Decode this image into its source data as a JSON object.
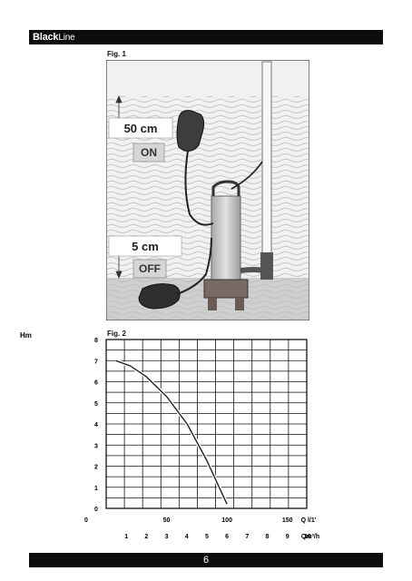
{
  "header": {
    "brand_main": "Black",
    "brand_sub": "Line"
  },
  "fig1": {
    "caption": "Fig. 1",
    "on_height": "50 cm",
    "on_label": "ON",
    "off_height": "5 cm",
    "off_label": "OFF"
  },
  "fig2": {
    "caption": "Fig. 2"
  },
  "chart_data": {
    "type": "line",
    "ylabel": "Hm",
    "ylim": [
      0,
      8
    ],
    "y_ticks": [
      "0",
      "1",
      "2",
      "3",
      "4",
      "5",
      "6",
      "7",
      "8"
    ],
    "xlim": [
      0,
      166
    ],
    "x_ticks_q": [
      "0",
      "50",
      "100",
      "150"
    ],
    "x_unit_q": "Q l/1'",
    "x_ticks_m3": [
      "1",
      "2",
      "3",
      "4",
      "5",
      "6",
      "7",
      "8",
      "9",
      "10"
    ],
    "x_unit_m3": "Qm³/h",
    "grid": true,
    "series": [
      {
        "x": [
          8,
          20,
          33,
          50,
          67,
          83,
          100
        ],
        "y": [
          7,
          6.75,
          6.25,
          5.3,
          4.0,
          2.3,
          0.2
        ]
      }
    ]
  },
  "footer": {
    "page_number": "6"
  }
}
